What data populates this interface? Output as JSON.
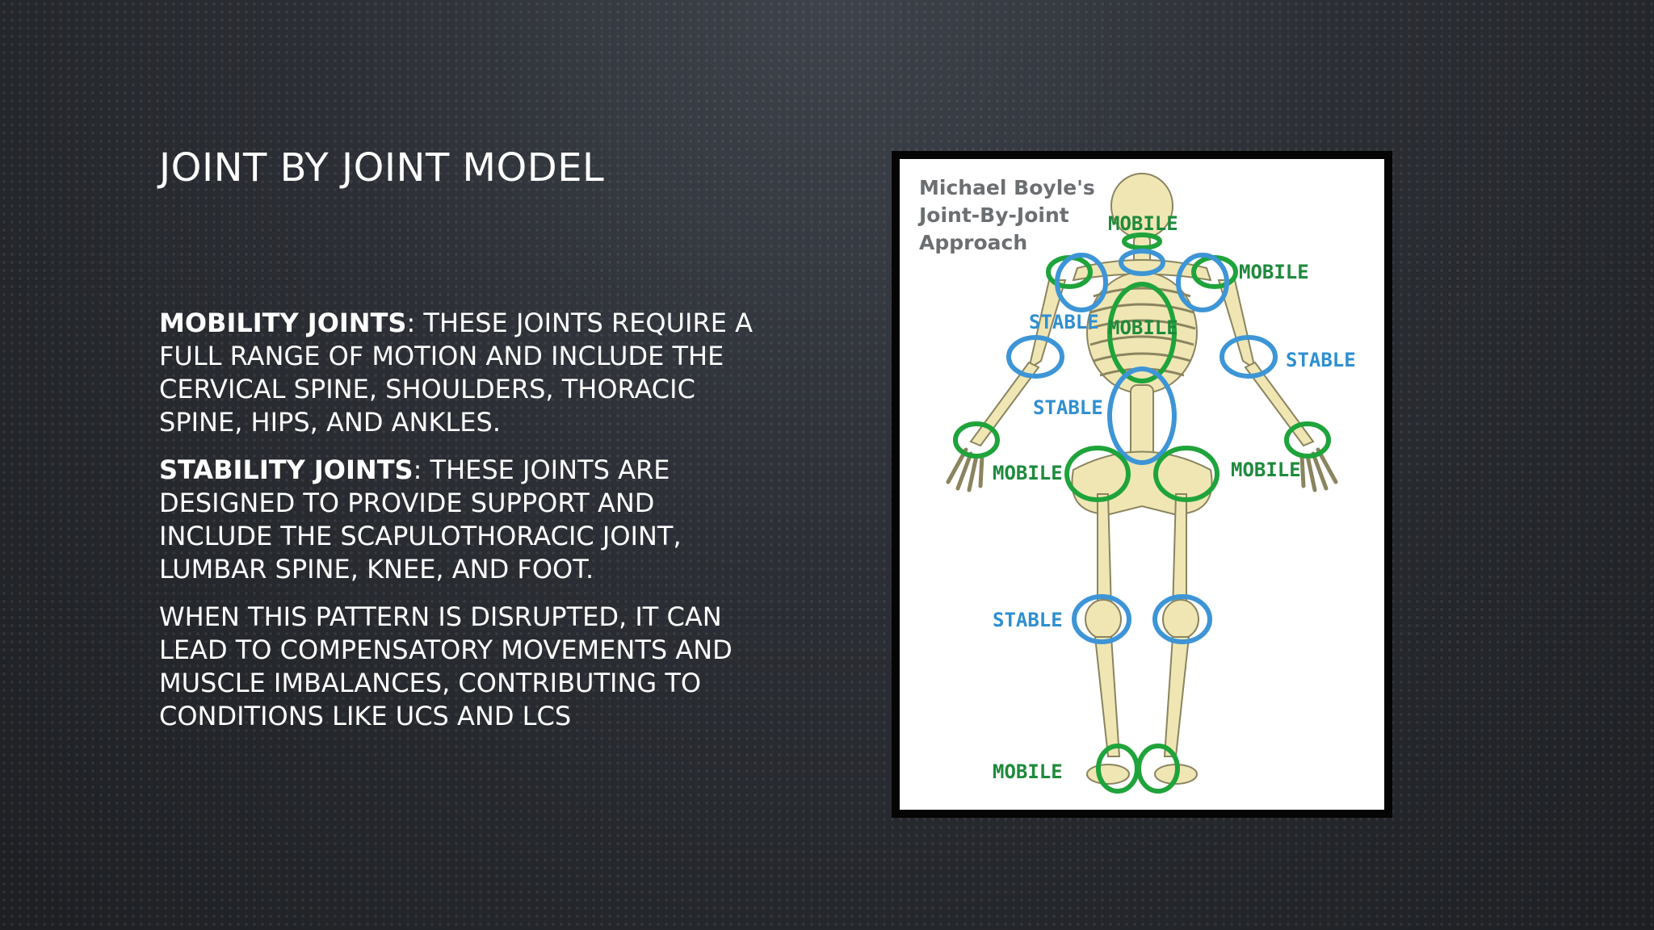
{
  "slide": {
    "title": "Joint by Joint Model",
    "paragraphs": [
      {
        "bold": "Mobility joints",
        "text": ": These joints require a full range of motion and include the cervical spine, shoulders, thoracic spine, hips, and ankles."
      },
      {
        "bold": "Stability joints",
        "text": ": These joints are designed to provide support and include the scapulothoracic joint, lumbar spine, knee, and foot."
      },
      {
        "bold": "",
        "text": "When this pattern is disrupted, it can lead to compensatory movements and muscle imbalances, contributing to conditions like UCS and LCS"
      }
    ]
  },
  "figure": {
    "caption_lines": [
      "Michael Boyle's",
      "Joint-By-Joint",
      "Approach"
    ],
    "labels": {
      "mobile": "MOBILE",
      "stable": "STABLE"
    },
    "colors": {
      "mobile": "#1fa33b",
      "stable": "#3d95d6",
      "bone": "#efe6b4"
    }
  }
}
